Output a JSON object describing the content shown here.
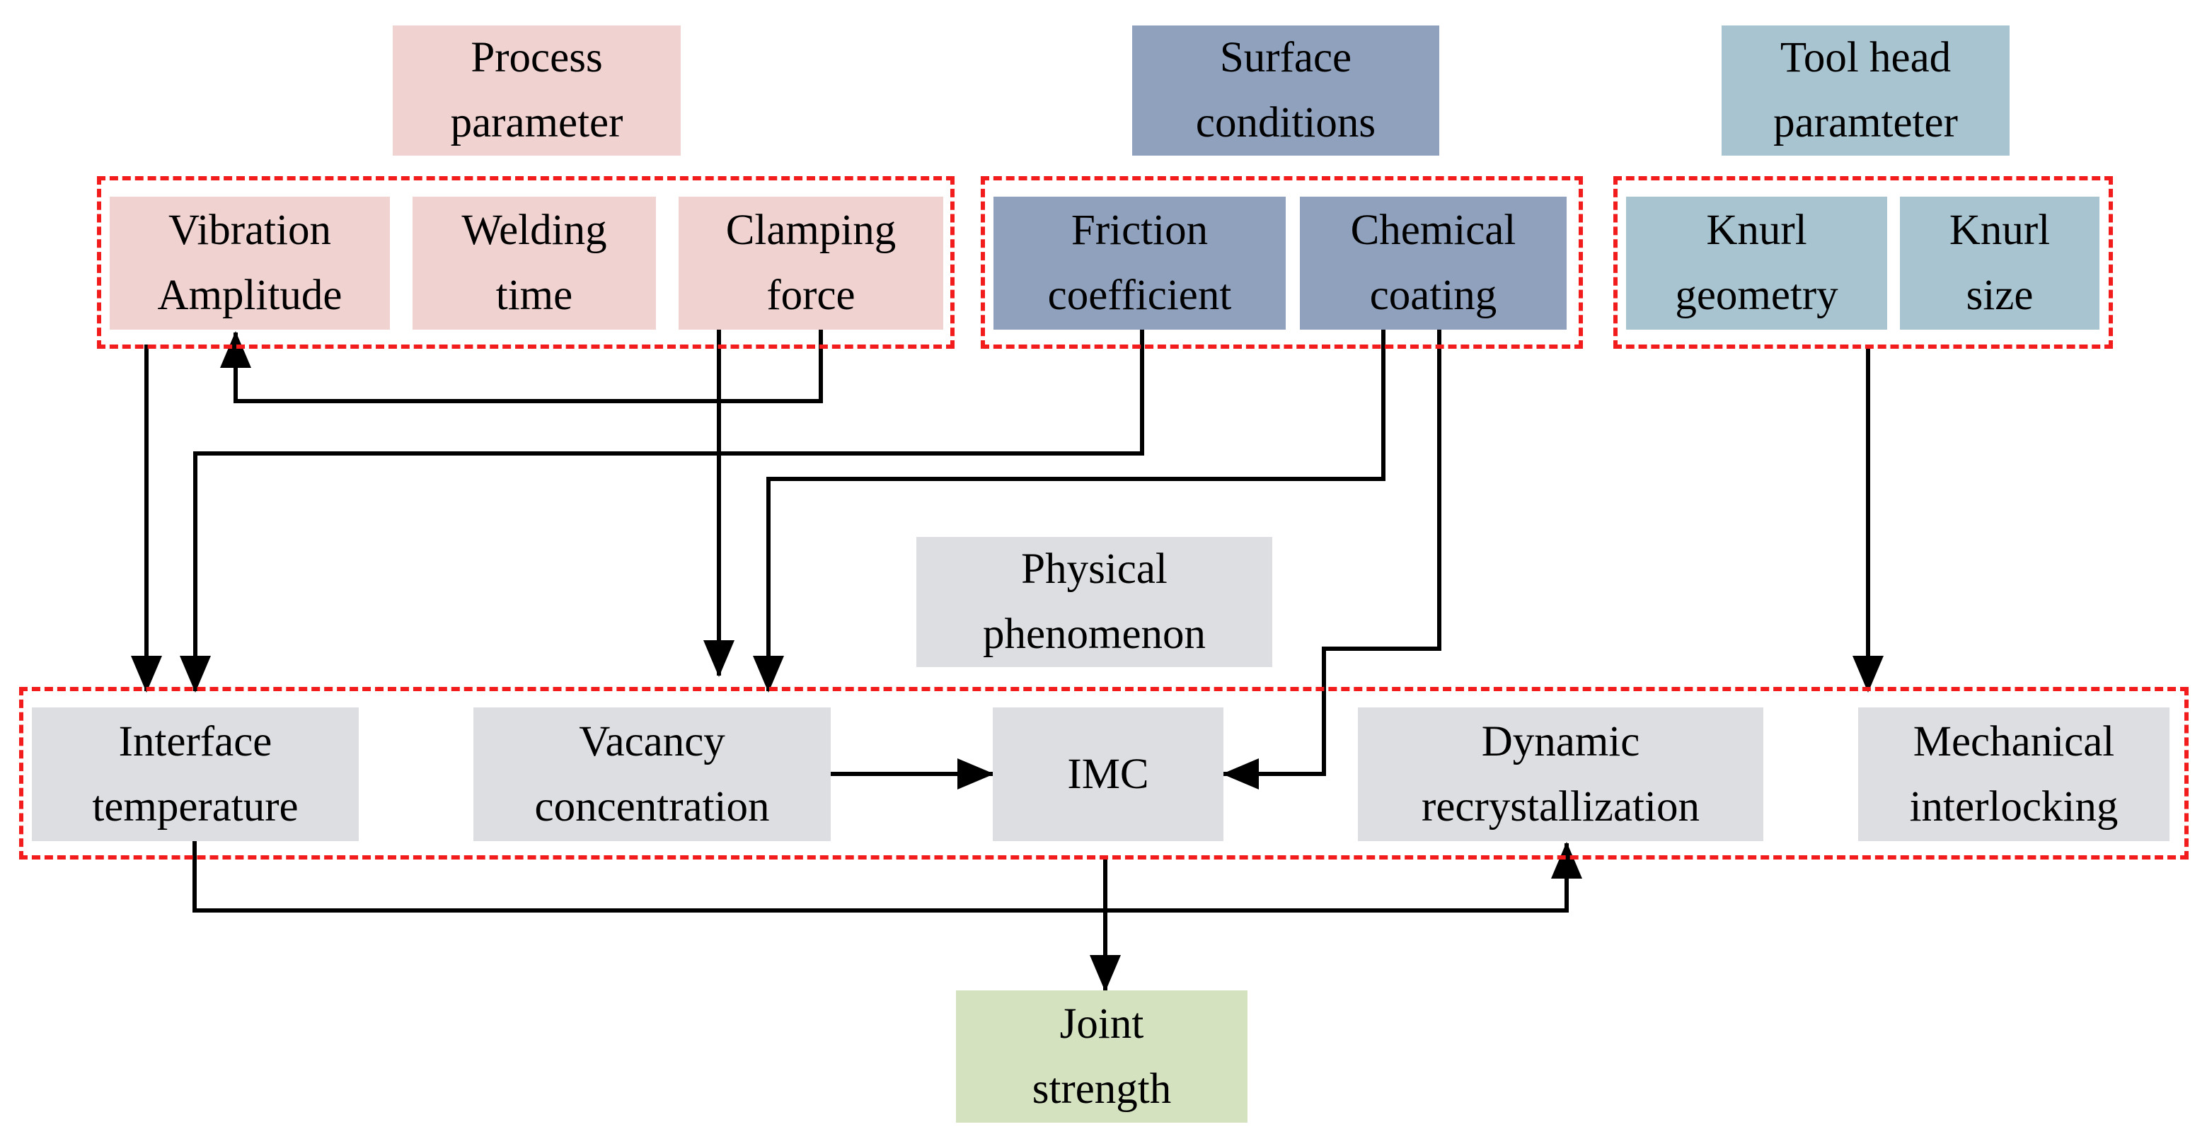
{
  "colors": {
    "process": "#f0d3d1",
    "surface": "#8fa1bd",
    "tool": "#a9c4d1",
    "physical": "#dcdee2",
    "result": "#d5e2bf",
    "group_border": "#f21c1c",
    "arrow": "#000000"
  },
  "headers": {
    "process": [
      "Process",
      "parameter"
    ],
    "surface": [
      "Surface",
      "conditions"
    ],
    "tool": [
      "Tool head",
      "paramteter"
    ],
    "physical": [
      "Physical",
      "phenomenon"
    ]
  },
  "process_params": {
    "vibration": [
      "Vibration",
      "Amplitude"
    ],
    "welding_time": [
      "Welding",
      "time"
    ],
    "clamping": [
      "Clamping",
      "force"
    ]
  },
  "surface_params": {
    "friction": [
      "Friction",
      "coefficient"
    ],
    "coating": [
      "Chemical",
      "coating"
    ]
  },
  "tool_params": {
    "knurl_geometry": [
      "Knurl",
      "geometry"
    ],
    "knurl_size": [
      "Knurl",
      "size"
    ]
  },
  "phenomena": {
    "interface_temperature": [
      "Interface",
      "temperature"
    ],
    "vacancy": [
      "Vacancy",
      "concentration"
    ],
    "imc": [
      "IMC"
    ],
    "recrystallization": [
      "Dynamic",
      "recrystallization"
    ],
    "interlocking": [
      "Mechanical",
      "interlocking"
    ]
  },
  "result": {
    "joint_strength": [
      "Joint",
      "strength"
    ]
  }
}
